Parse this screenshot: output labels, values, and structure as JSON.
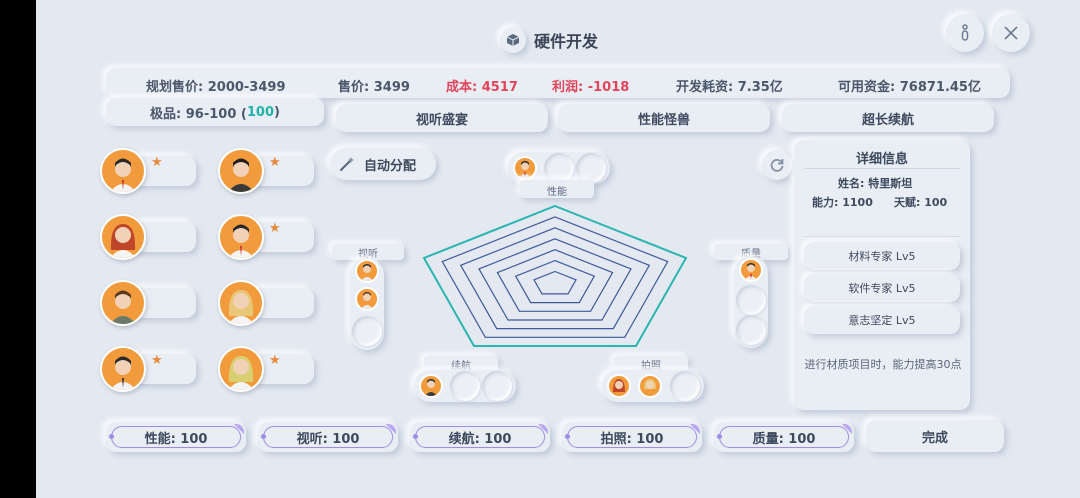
{
  "title": "硬件开发",
  "stats": {
    "planned_price": "规划售价: 2000-3499",
    "price": "售价: 3499",
    "cost": "成本: 4517",
    "profit": "利润: -1018",
    "dev_cost": "开发耗资: 7.35亿",
    "funds": "可用资金: 76871.45亿",
    "grade_prefix": "极品: 96-100 (",
    "grade_value": "100",
    "grade_suffix": ")"
  },
  "features": [
    "视听盛宴",
    "性能怪兽",
    "超长续航"
  ],
  "auto_assign": "自动分配",
  "slot_labels": {
    "performance": "性能",
    "audio_visual": "视听",
    "quality": "质量",
    "battery": "续航",
    "camera": "拍照"
  },
  "detail": {
    "heading": "详细信息",
    "name": "姓名: 特里斯坦",
    "ability": "能力: 1100",
    "talent": "天赋: 100",
    "skills": [
      "材料专家  Lv5",
      "软件专家  Lv5",
      "意志坚定  Lv5"
    ],
    "description": "进行材质项目时，能力提高30点"
  },
  "bottom_stats": [
    "性能: 100",
    "视听: 100",
    "续航: 100",
    "拍照: 100",
    "质量: 100"
  ],
  "done": "完成",
  "staff_stars": [
    true,
    true,
    false,
    true,
    false,
    false,
    true,
    true
  ],
  "colors": {
    "accent_red": "#e0455a",
    "accent_teal": "#21b3a8",
    "radar": "#2bb5b0",
    "avatar": "#f29b3c"
  }
}
